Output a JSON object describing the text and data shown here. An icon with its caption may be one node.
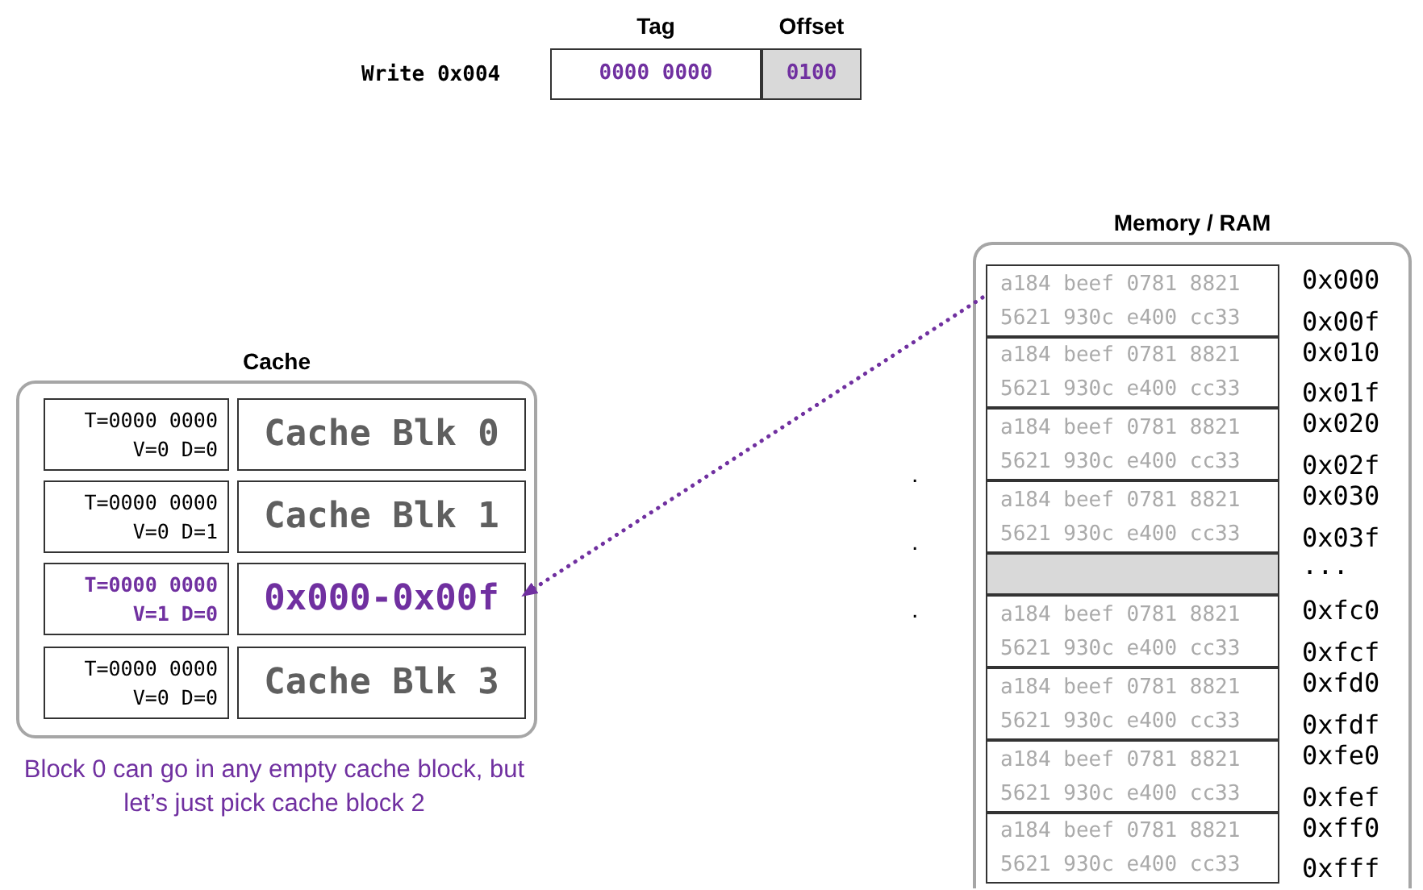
{
  "diagram": {
    "nodes": [
      {
        "text": [
          "Tag",
          "0000 0000"
        ]
      },
      {
        "text": [
          "Offset",
          "0100"
        ]
      },
      {
        "text": [
          "Cache"
        ]
      },
      {
        "text": [
          "T=0000 0000",
          "V=0 D=0"
        ],
        "in": 2
      },
      {
        "text": [
          "Cache Blk 0"
        ],
        "in": 2
      },
      {
        "text": [
          "T=0000 0000",
          "V=0 D=1"
        ],
        "in": 2
      },
      {
        "text": [
          "Cache Blk 1"
        ],
        "in": 2
      },
      {
        "text": [
          "T=0000 0000",
          "V=1 D=0"
        ],
        "in": 2
      },
      {
        "text": [
          "0x000-0x00f"
        ],
        "in": 2
      },
      {
        "text": [
          "T=0000 0000",
          "V=0 D=0"
        ],
        "in": 2
      },
      {
        "text": [
          "Cache Blk 3"
        ],
        "in": 2
      },
      {
        "text": [
          "Memory / RAM"
        ]
      },
      {
        "text": [
          "a184 beef 0781 8821",
          "5621 930c e400 cc33"
        ],
        "in": 11,
        "beside": [
          "0x000",
          "0x00f"
        ]
      },
      {
        "text": [
          "a184 beef 0781 8821",
          "5621 930c e400 cc33"
        ],
        "in": 11,
        "beside": [
          "0x010",
          "0x01f"
        ]
      },
      {
        "text": [
          "a184 beef 0781 8821",
          "5621 930c e400 cc33"
        ],
        "in": 11,
        "beside": [
          "0x020",
          "0x02f"
        ]
      },
      {
        "text": [
          "a184 beef 0781 8821",
          "5621 930c e400 cc33"
        ],
        "in": 11,
        "beside": [
          "0x030",
          "0x03f"
        ]
      },
      {
        "text": [],
        "shape": "box",
        "in": 11,
        "beside": [
          "..."
        ]
      },
      {
        "text": [
          "a184 beef 0781 8821",
          "5621 930c e400 cc33"
        ],
        "in": 11,
        "beside": [
          "0xfc0",
          "0xfcf"
        ]
      },
      {
        "text": [
          "a184 beef 0781 8821",
          "5621 930c e400 cc33"
        ],
        "in": 11,
        "beside": [
          "0xfd0",
          "0xfdf"
        ]
      },
      {
        "text": [
          "a184 beef 0781 8821",
          "5621 930c e400 cc33"
        ],
        "in": 11,
        "beside": [
          "0xfe0",
          "0xfef"
        ]
      },
      {
        "text": [
          "a184 beef 0781 8821",
          "5621 930c e400 cc33"
        ],
        "in": 11,
        "beside": [
          "0xff0",
          "0xfff"
        ]
      }
    ],
    "edges": [
      {
        "from": 12,
        "to": 8,
        "arrow": "to",
        "style": "dashed",
        "color": "#7030a0"
      }
    ],
    "labels": [
      "Write 0x004",
      ".",
      ".",
      "."
    ],
    "caption": "Block 0 can go in any empty cache block, but let’s just pick cache block 2"
  }
}
